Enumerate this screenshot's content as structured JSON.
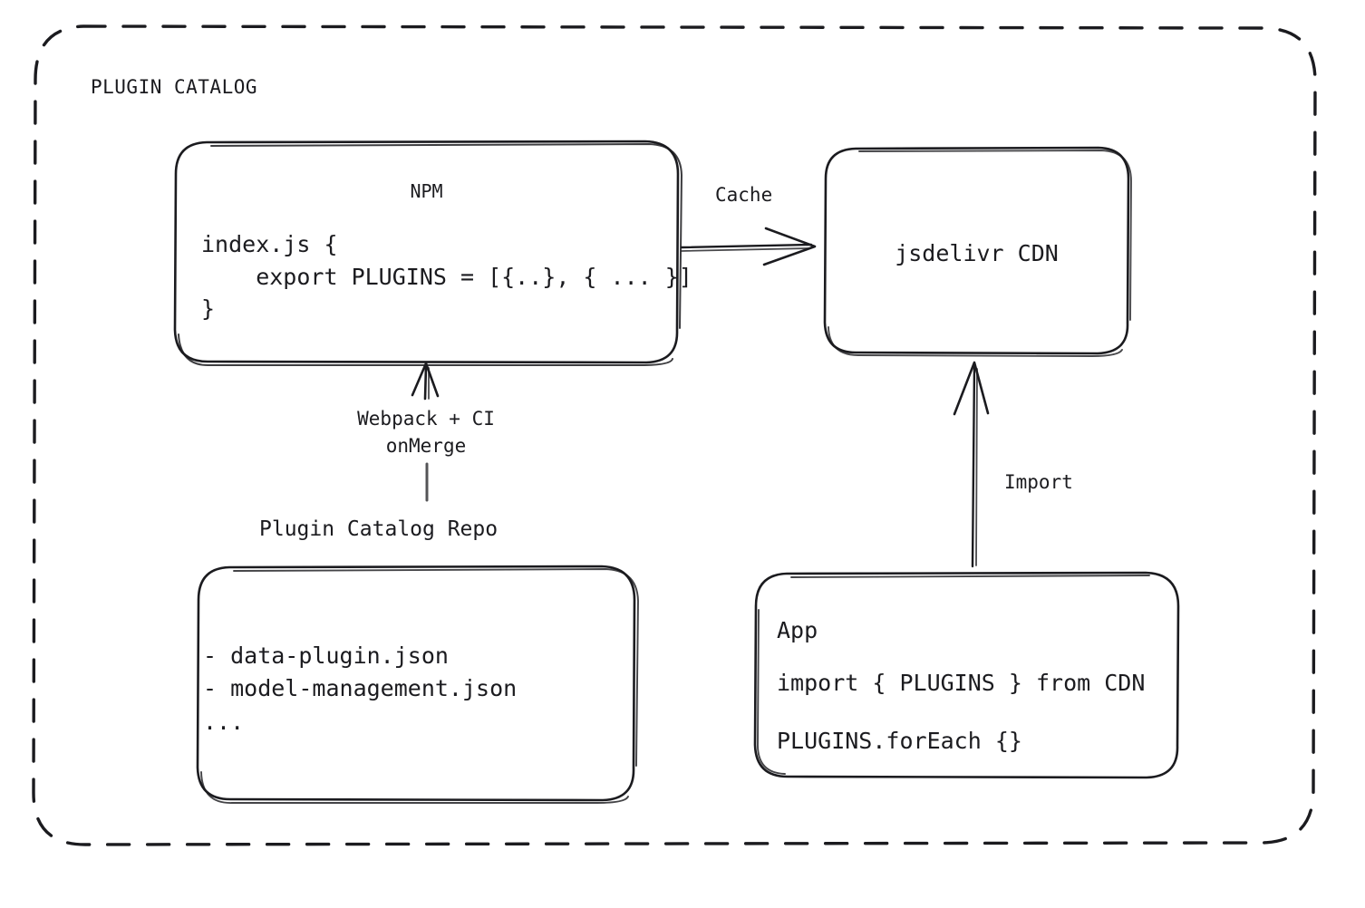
{
  "frame": {
    "title": "PLUGIN CATALOG",
    "style": "dashed-rounded-rect",
    "stroke": "#1b1b1f"
  },
  "nodes": [
    {
      "id": "npm",
      "name": "npm-box",
      "title": "NPM",
      "code": "index.js {\n    export PLUGINS = [{..}, { ... }]\n}"
    },
    {
      "id": "cdn",
      "name": "jsdelivr-cdn-box",
      "title": "jsdelivr CDN"
    },
    {
      "id": "repo",
      "name": "plugin-catalog-repo-box",
      "caption": "Plugin Catalog Repo",
      "code": "- data-plugin.json\n- model-management.json\n..."
    },
    {
      "id": "app",
      "name": "app-box",
      "title": "App",
      "code_line_1": "import { PLUGINS } from CDN",
      "code_line_2": "PLUGINS.forEach {}"
    }
  ],
  "edges": [
    {
      "id": "cache",
      "label": "Cache",
      "from": "npm",
      "to": "cdn",
      "direction": "right"
    },
    {
      "id": "build",
      "label": "Webpack + CI\nonMerge",
      "from": "repo",
      "to": "npm",
      "direction": "up"
    },
    {
      "id": "import",
      "label": "Import",
      "from": "app",
      "to": "cdn",
      "direction": "up"
    }
  ],
  "edge_labels": {
    "cache": "Cache",
    "build_line_1": "Webpack + CI",
    "build_line_2": "onMerge",
    "import": "Import"
  },
  "colors": {
    "stroke": "#1b1b1f",
    "background": "#ffffff",
    "text": "#1b1b1f"
  }
}
